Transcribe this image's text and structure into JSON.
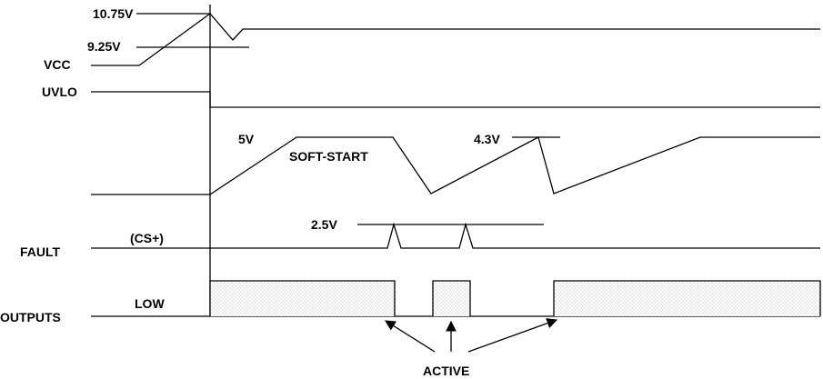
{
  "signals": {
    "vcc": "VCC",
    "uvlo": "UVLO",
    "fault": "FAULT",
    "outputs": "OUTPUTS"
  },
  "thresholds": {
    "vcc_high": "10.75V",
    "vcc_low": "9.25V",
    "softstart_level": "5V",
    "softstart_restart": "4.3V",
    "cs_threshold": "2.5V"
  },
  "annotations": {
    "softstart": "SOFT-START",
    "cs_plus": "(CS+)",
    "low": "LOW",
    "active": "ACTIVE"
  },
  "colors": {
    "line": "#000000",
    "fill_pattern": "#9a9a9a",
    "background": "#ffffff"
  }
}
